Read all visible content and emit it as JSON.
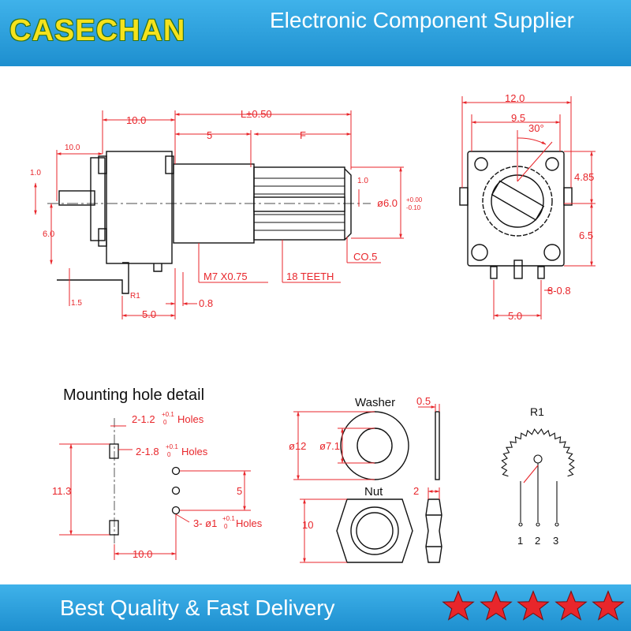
{
  "header": {
    "brand": "CASECHAN",
    "tagline": "Electronic Component Supplier"
  },
  "footer": {
    "slogan": "Best Quality & Fast Delivery",
    "rating_stars": 5
  },
  "colors": {
    "header_bg": "#2ca0dc",
    "brand_text": "#f5e21c",
    "dimension": "#e8262b",
    "outline": "#111111",
    "star": "#e8262b"
  },
  "side_view": {
    "dims": {
      "d_10_top": "10.0",
      "d_L": "L±0.50",
      "d_5": "5",
      "d_F": "F",
      "d_10_left": "10.0",
      "d_1_0_left": "1.0",
      "d_6_0": "6.0",
      "d_1_0_right": "1.0",
      "d_dia6": "ø6.0",
      "tol_up": "+0.00",
      "tol_down": "-0.10",
      "d_co5": "CO.5",
      "d_m7": "M7 X0.75",
      "d_teeth": "18 TEETH",
      "d_r1": "R1",
      "d_1_5": "1.5",
      "d_0_8": "0.8",
      "d_5_bottom": "5.0"
    }
  },
  "front_view": {
    "dims": {
      "d_12": "12.0",
      "d_9_5": "9.5",
      "d_30": "30°",
      "d_4_85": "4.85",
      "d_6_5": "6.5",
      "d_3_0_8": "3-0.8",
      "d_5": "5.0"
    }
  },
  "mounting": {
    "title": "Mounting hole detail",
    "labels": {
      "hole_a": "2-1.2",
      "hole_a_tol": "+0.1",
      "hole_a_zero": "0",
      "holes_word": "Holes",
      "hole_b": "2-1.8",
      "hole_b_tol": "+0.1",
      "hole_b_zero": "0",
      "hole_c": "3- ø1",
      "hole_c_tol": "+0.1",
      "hole_c_zero": "0",
      "d_11_3": "11.3",
      "d_5": "5",
      "d_10": "10.0"
    }
  },
  "washer": {
    "title": "Washer",
    "d_outer": "ø12",
    "d_inner": "ø7.1",
    "d_thick": "0.5"
  },
  "nut": {
    "title": "Nut",
    "d_height": "10",
    "d_thick": "2"
  },
  "schematic": {
    "title": "R1",
    "pins": [
      "1",
      "2",
      "3"
    ]
  }
}
